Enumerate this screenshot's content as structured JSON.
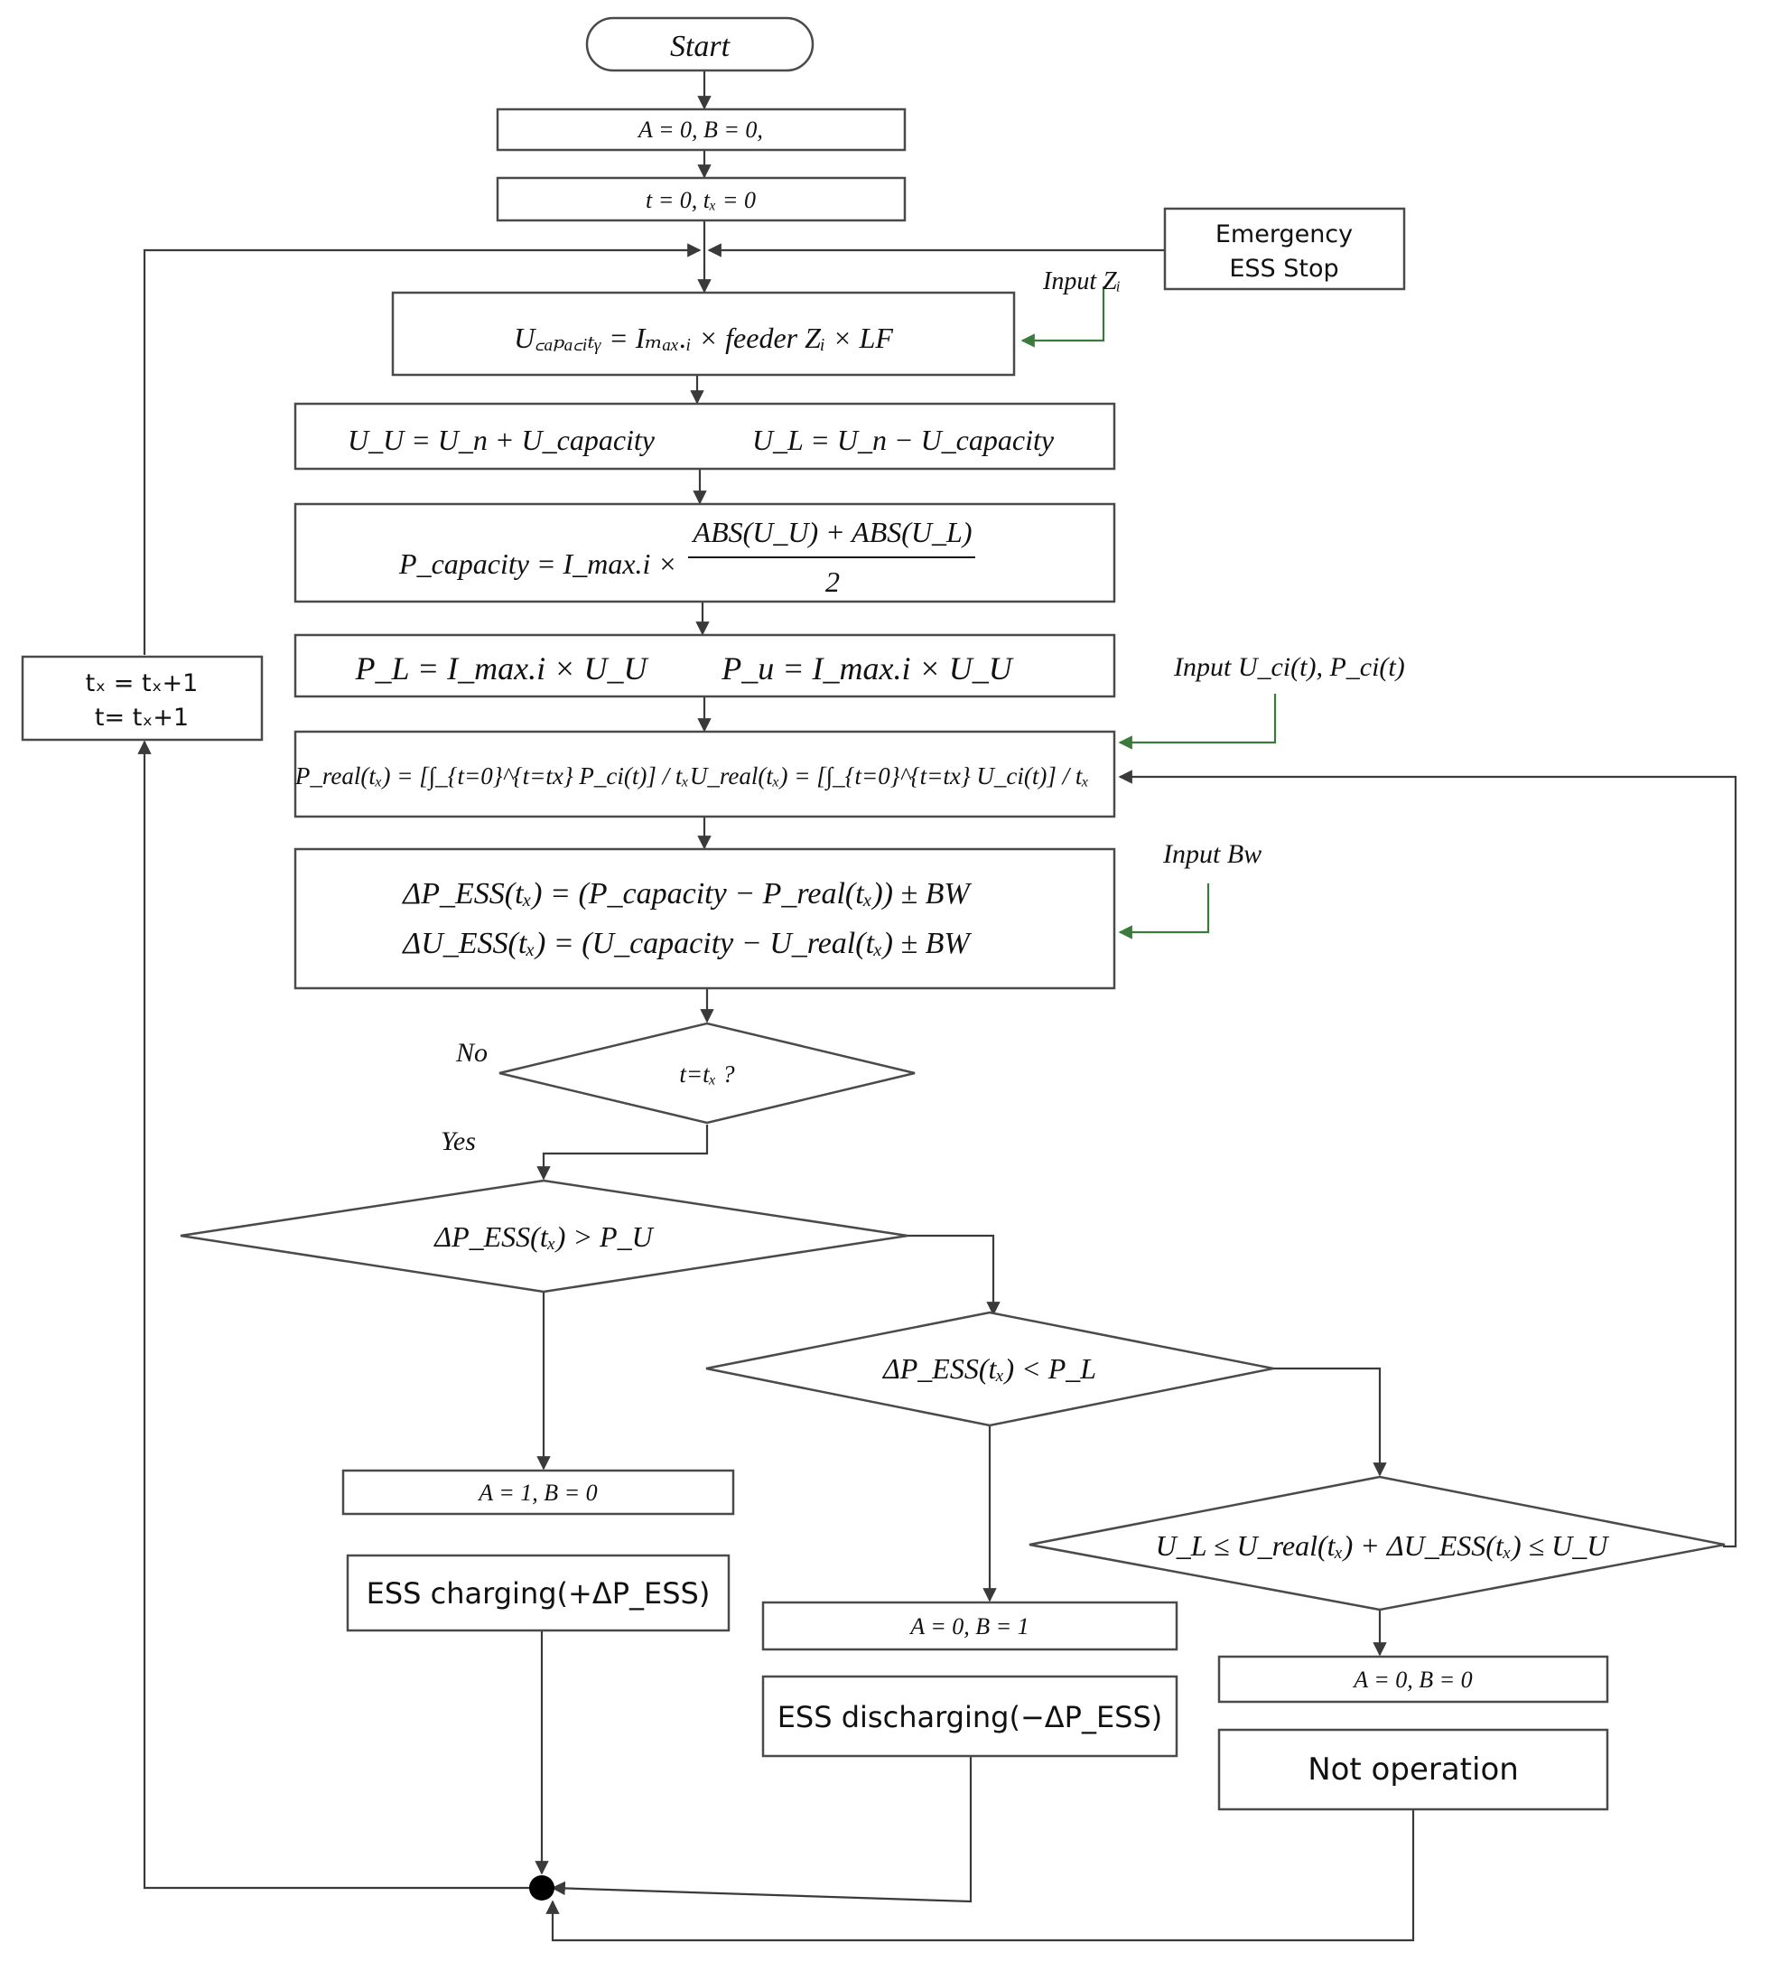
{
  "nodes": {
    "start": "Start",
    "init_ab": "A = 0, B = 0,",
    "init_t": "t = 0, tₓ = 0",
    "emergency": [
      "Emergency",
      "ESS Stop"
    ],
    "u_capacity": "U꜀ₐₚₐ꜀ᵢₜᵧ = Iₘₐₓ.ᵢ × feeder Zᵢ × LF",
    "uu_ul_left": "U_U = U_n + U_capacity",
    "uu_ul_right": "U_L = U_n − U_capacity",
    "p_capacity_left": "P_capacity = I_max.i ×",
    "p_capacity_num": "ABS(U_U) + ABS(U_L)",
    "p_capacity_den": "2",
    "pl_pu_left": "P_L = I_max.i × U_U",
    "pl_pu_right": "P_u = I_max.i × U_U",
    "p_real": "P_real(tₓ) = [∫_{t=0}^{t=tx} P_ci(t)] / tₓ",
    "u_real": "U_real(tₓ) = [∫_{t=0}^{t=tx} U_ci(t)] / tₓ",
    "delta_p": "ΔP_ESS(tₓ) = (P_capacity − P_real(tₓ)) ± BW",
    "delta_u": "ΔU_ESS(tₓ) = (U_capacity − U_real(tₓ) ± BW",
    "decision_t": "t=tₓ ?",
    "decision_pu": "ΔP_ESS(tₓ) > P_U",
    "decision_pl": "ΔP_ESS(tₓ) < P_L",
    "decision_u": "U_L ≤ U_real(tₓ) + ΔU_ESS(tₓ) ≤ U_U",
    "a1b0": "A = 1, B = 0",
    "charging": "ESS charging(+ΔP_ESS)",
    "a0b1": "A = 0, B = 1",
    "discharging": "ESS discharging(−ΔP_ESS)",
    "a0b0": "A = 0, B = 0",
    "not_operation": "Not operation",
    "loop": [
      "tₓ = tₓ+1",
      "t= tₓ+1"
    ]
  },
  "labels": {
    "input_z": "Input Zᵢ",
    "input_uci": "Input U_ci(t), P_ci(t)",
    "input_bw": "Input Bw",
    "no": "No",
    "yes": "Yes"
  }
}
